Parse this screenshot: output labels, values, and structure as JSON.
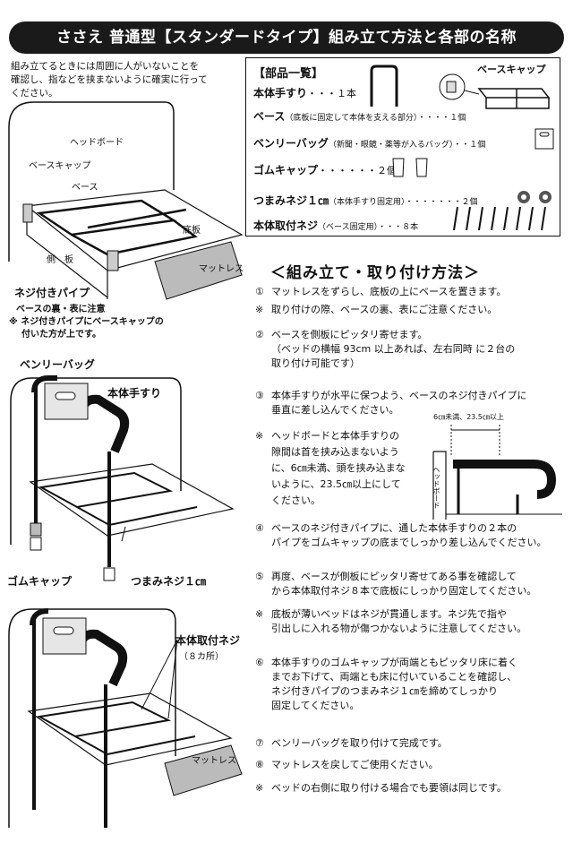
{
  "title": "ささえ 普通型【スタンダードタイプ】組み立て方法と各部の名称",
  "intro": [
    "組み立てるときには周囲に人がいないことを",
    "確認し、指などを挟まないように確実に行って",
    "ください。"
  ],
  "diagram1": {
    "headboard": "ヘッドボード",
    "base_cap": "ベースキャップ",
    "base": "ベース",
    "bottom_plate": "底板",
    "side_board": "側　板",
    "mattress": "マットレス",
    "threaded_pipe": "ネジ付きパイプ",
    "note1": "ベースの裏・表に注意",
    "note2": "※ ネジ付きパイプにベースキャップの",
    "note3": "付いた方が上です。"
  },
  "diagram2": {
    "bag": "ベンリーバッグ",
    "handrail": "本体手すり",
    "rubber_cap": "ゴムキャップ",
    "knob_screw": "つまみネジ１㎝"
  },
  "diagram3": {
    "mount_screw": "本体取付ネジ",
    "count": "（８カ所）",
    "mattress": "マットレス"
  },
  "parts": {
    "heading": "【部品一覧】",
    "base_cap_label": "ベースキャップ",
    "items": [
      {
        "name": "本体手すり",
        "detail": "・・・１本"
      },
      {
        "name": "ベース",
        "detail": "（底板に固定して本体を支える部分）・・・・１個"
      },
      {
        "name": "ベンリーバッグ",
        "detail": "（新聞・眼鏡・薬等が入るバッグ）・・１個"
      },
      {
        "name": "ゴムキャップ",
        "detail": "・・・・・・２個"
      },
      {
        "name": "つまみネジ１㎝",
        "detail": "（本体手すり固定用）・・・・・・・２個"
      },
      {
        "name": "本体取付ネジ",
        "detail": "（ベース固定用）・・・８本"
      }
    ]
  },
  "assembly_title": "＜組み立て・取り付け方法＞",
  "steps": [
    {
      "n": "①",
      "lines": [
        "マットレスをずらし、底板の上にベースを置きます。"
      ]
    },
    {
      "n": "※",
      "lines": [
        "取り付けの際、ベースの裏、表にご注意ください。"
      ]
    },
    {
      "n": "②",
      "lines": [
        "ベースを側板にピッタリ寄せます。",
        "（ベッドの横幅 93cm 以上あれば、左右同時 に２台の",
        "取り付け可能です）"
      ]
    },
    {
      "n": "③",
      "lines": [
        "本体手すりが水平に保つよう、ベースのネジ付きパイプに",
        "垂直に差し込んでください。"
      ]
    },
    {
      "n": "※",
      "lines": [
        "ヘッドボードと本体手すりの",
        "隙間は首を挟み込まないよう",
        "に、6㎝未満、頭を挟み込まな",
        "いように、23.5㎝以上にして",
        "ください。"
      ]
    },
    {
      "n": "④",
      "lines": [
        "ベースのネジ付きパイプに、通した本体手すりの２本の",
        "パイプをゴムキャップの底までしっかり差し込んでください。"
      ]
    },
    {
      "n": "⑤",
      "lines": [
        "再度、ベースが側板にピッタリ寄せてある事を確認して",
        "から本体取付ネジ８本で底板にしっかり固定してください。"
      ]
    },
    {
      "n": "※",
      "lines": [
        "底板が薄いベッドはネジが貫通します。ネジ先で指や",
        "引出しに入れる物が傷つかないように注意してください。"
      ]
    },
    {
      "n": "⑥",
      "lines": [
        "本体手すりのゴムキャップが両端ともピッタリ床に着く",
        "までお下げて、両端とも床に付いていることを確認し、",
        "ネジ付きパイプのつまみネジ１㎝を締めてしっかり",
        "固定してください。"
      ]
    },
    {
      "n": "⑦",
      "lines": [
        "ベンリーバッグを取り付けて完成です。"
      ]
    },
    {
      "n": "⑧",
      "lines": [
        "マットレスを戻してご使用ください。"
      ]
    },
    {
      "n": "※",
      "lines": [
        "ベッドの右側に取り付ける場合でも要領は同じです。"
      ]
    }
  ],
  "gap_diagram": {
    "dim_label": "6㎝未満、23.5㎝以上",
    "headboard": "ヘッドボード"
  }
}
